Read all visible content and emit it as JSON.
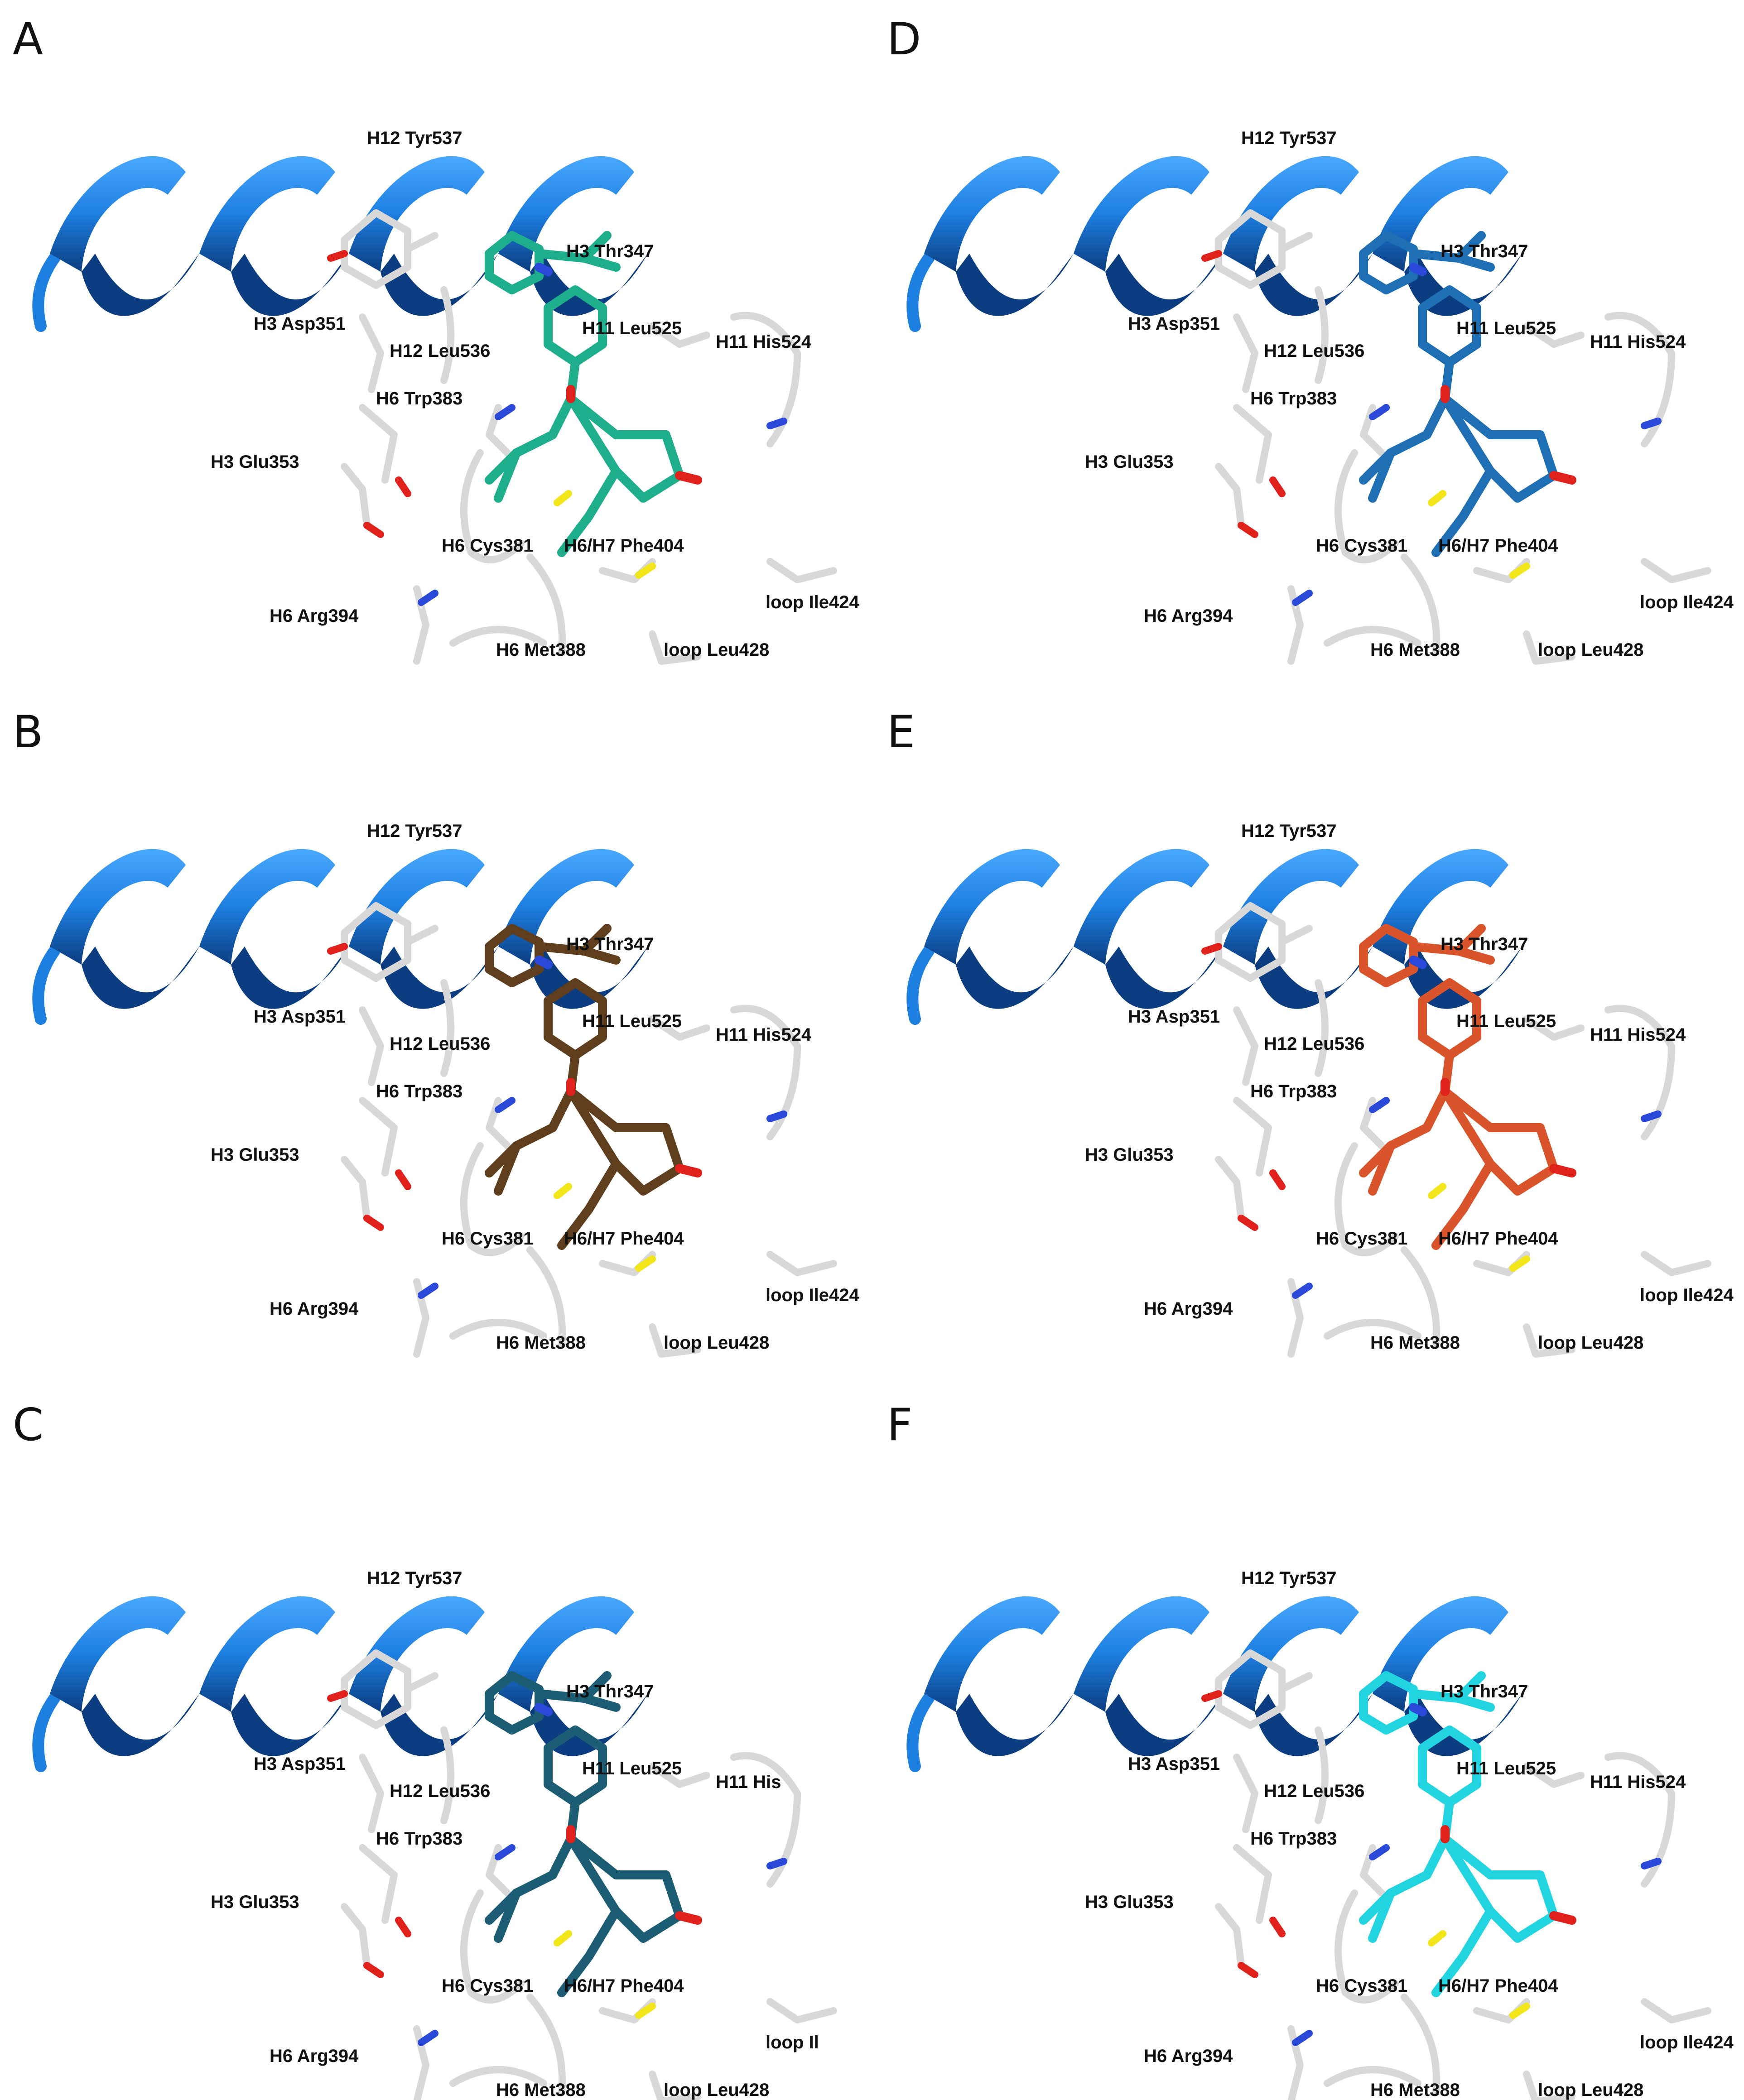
{
  "panels": [
    {
      "letter": "A",
      "ligand_color": "#1fae8b",
      "labels": {
        "tyr537": "H12 Tyr537",
        "thr347": "H3 Thr347",
        "asp351": "H3 Asp351",
        "leu536": "H12 Leu536",
        "leu525": "H11 Leu525",
        "his524": "H11 His524",
        "trp383": "H6 Trp383",
        "glu353": "H3 Glu353",
        "cys381": "H6 Cys381",
        "phe404": "H6/H7 Phe404",
        "arg394": "H6 Arg394",
        "ile424": "loop Ile424",
        "met388": "H6 Met388",
        "leu428": "loop Leu428"
      }
    },
    {
      "letter": "B",
      "ligand_color": "#5e3e1d",
      "labels": {
        "tyr537": "H12 Tyr537",
        "thr347": "H3 Thr347",
        "asp351": "H3 Asp351",
        "leu536": "H12 Leu536",
        "leu525": "H11 Leu525",
        "his524": "H11 His524",
        "trp383": "H6 Trp383",
        "glu353": "H3 Glu353",
        "cys381": "H6 Cys381",
        "phe404": "H6/H7 Phe404",
        "arg394": "H6 Arg394",
        "ile424": "loop Ile424",
        "met388": "H6 Met388",
        "leu428": "loop Leu428"
      }
    },
    {
      "letter": "C",
      "ligand_color": "#1d5d74",
      "labels": {
        "tyr537": "H12 Tyr537",
        "thr347": "H3 Thr347",
        "asp351": "H3 Asp351",
        "leu536": "H12 Leu536",
        "leu525": "H11 Leu525",
        "his524": "H11 His",
        "trp383": "H6 Trp383",
        "glu353": "H3 Glu353",
        "cys381": "H6 Cys381",
        "phe404": "H6/H7 Phe404",
        "arg394": "H6 Arg394",
        "ile424": "loop Il",
        "met388": "H6 Met388",
        "leu428": "loop Leu428"
      }
    },
    {
      "letter": "D",
      "ligand_color": "#1f6fb5",
      "labels": {
        "tyr537": "H12 Tyr537",
        "thr347": "H3 Thr347",
        "asp351": "H3 Asp351",
        "leu536": "H12 Leu536",
        "leu525": "H11 Leu525",
        "his524": "H11 His524",
        "trp383": "H6 Trp383",
        "glu353": "H3 Glu353",
        "cys381": "H6 Cys381",
        "phe404": "H6/H7 Phe404",
        "arg394": "H6 Arg394",
        "ile424": "loop Ile424",
        "met388": "H6 Met388",
        "leu428": "loop Leu428"
      }
    },
    {
      "letter": "E",
      "ligand_color": "#d9532b",
      "labels": {
        "tyr537": "H12 Tyr537",
        "thr347": "H3 Thr347",
        "asp351": "H3 Asp351",
        "leu536": "H12 Leu536",
        "leu525": "H11 Leu525",
        "his524": "H11 His524",
        "trp383": "H6 Trp383",
        "glu353": "H3 Glu353",
        "cys381": "H6 Cys381",
        "phe404": "H6/H7 Phe404",
        "arg394": "H6 Arg394",
        "ile424": "loop Ile424",
        "met388": "H6 Met388",
        "leu428": "loop Leu428"
      }
    },
    {
      "letter": "F",
      "ligand_color": "#22d4e0",
      "labels": {
        "tyr537": "H12 Tyr537",
        "thr347": "H3 Thr347",
        "asp351": "H3 Asp351",
        "leu536": "H12 Leu536",
        "leu525": "H11 Leu525",
        "his524": "H11 His524",
        "trp383": "H6 Trp383",
        "glu353": "H3 Glu353",
        "cys381": "H6 Cys381",
        "phe404": "H6/H7 Phe404",
        "arg394": "H6 Arg394",
        "ile424": "loop Ile424",
        "met388": "H6 Met388",
        "leu428": "loop Leu428"
      }
    }
  ],
  "colors": {
    "helix": "#1d7fe0",
    "helix_dark": "#0b3d80",
    "residue": "#d8d8d8",
    "oxygen": "#e0201a",
    "nitrogen": "#2a49d8",
    "sulfur": "#f2e61a"
  }
}
